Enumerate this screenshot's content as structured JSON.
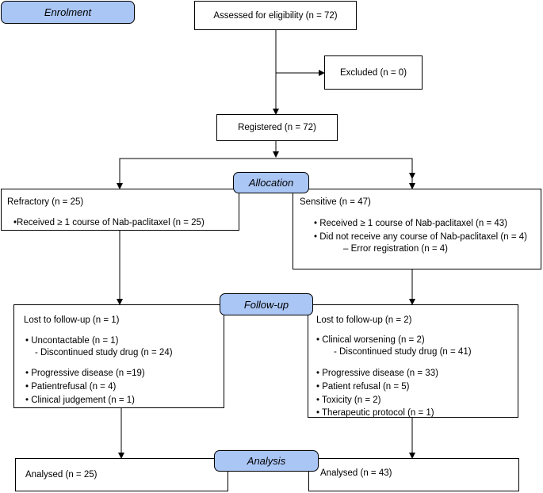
{
  "stages": {
    "enrolment": "Enrolment",
    "allocation": "Allocation",
    "follow_up": "Follow-up",
    "analysis": "Analysis"
  },
  "eligibility": "Assessed for eligibility (n = 72)",
  "excluded": "Excluded  (n = 0)",
  "registered": "Registered (n = 72)",
  "refractory": {
    "title": "Refractory (n = 25)",
    "received": "Received ≥ 1 course of Nab-paclitaxel (n = 25)"
  },
  "sensitive": {
    "title": "Sensitive (n = 47)",
    "received": "Received ≥ 1 course of Nab-paclitaxel (n = 43)",
    "not_received": "Did not receive any course of Nab-paclitaxel (n = 4)",
    "error": "– Error registration (n = 4)"
  },
  "followup_left": {
    "lost": "Lost to follow-up (n = 1)",
    "uncontactable": "Uncontactable (n = 1)",
    "discontinued": "- Discontinued study drug (n = 24)",
    "progressive": "Progressive disease (n =19)",
    "patient_refusal": "Patientrefusal (n = 4)",
    "clinical_judgement": "Clinical judgement (n = 1)"
  },
  "followup_right": {
    "lost": "Lost to follow-up (n = 2)",
    "clinical_worsening": "Clinical worsening (n = 2)",
    "discontinued": "- Discontinued study drug (n = 41)",
    "progressive": "Progressive disease (n = 33)",
    "patient_refusal": "Patient refusal (n = 5)",
    "toxicity": "Toxicity (n = 2)",
    "therapeutic_protocol": "Therapeutic protocol (n = 1)"
  },
  "analysed_left": "Analysed (n = 25)",
  "analysed_right": "Analysed (n = 43)",
  "bullet": "•",
  "colors": {
    "stage_fill": "#aac6f5",
    "line": "#000000"
  }
}
